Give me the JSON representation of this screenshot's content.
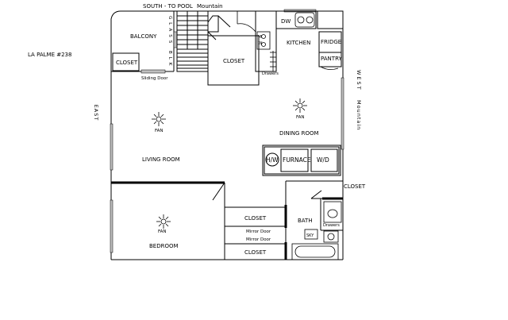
{
  "title": "LA PALME #238",
  "orientation": {
    "south": "SOUTH - TO POOL",
    "south_mountain": "Mountain",
    "east": "EAST",
    "west": "WEST",
    "west_mountain": "Mountain"
  },
  "rooms": {
    "balcony": "BALCONY",
    "closet_balcony": "CLOSET",
    "sliding_door": "Sliding Door",
    "glass_block": "GLASS BLK",
    "closet_center": "CLOSET",
    "drawers_kitchen": "Drawers",
    "kitchen": "KITCHEN",
    "dishwasher": "DW",
    "microwave": "MW",
    "fridge": "FRIDGE",
    "pantry": "PANTRY",
    "fan_living": "FAN",
    "living_room": "LIVING ROOM",
    "fan_dining": "FAN",
    "dining_room": "DINING ROOM",
    "water_heater": "H/W",
    "furnace": "FURNACE",
    "washer_dryer": "W/D",
    "closet_hall": "CLOSET",
    "fan_bedroom": "FAN",
    "bedroom": "BEDROOM",
    "closet_bed_top": "CLOSET",
    "mirror_door_1": "Mirror Door",
    "mirror_door_2": "Mirror Door",
    "closet_bed_bottom": "CLOSET",
    "bath": "BATH",
    "skylight": "SKY",
    "drawers_bath": "Drawers"
  },
  "icons": {
    "fan": "ceiling-fan-icon",
    "toilet": "toilet-icon",
    "bathtub": "bathtub-icon",
    "sink": "sink-icon",
    "stove": "stove-icon",
    "stairs": "stairs-icon"
  },
  "colors": {
    "wall": "#000000",
    "window": "#bfbfbf",
    "background": "#ffffff"
  }
}
